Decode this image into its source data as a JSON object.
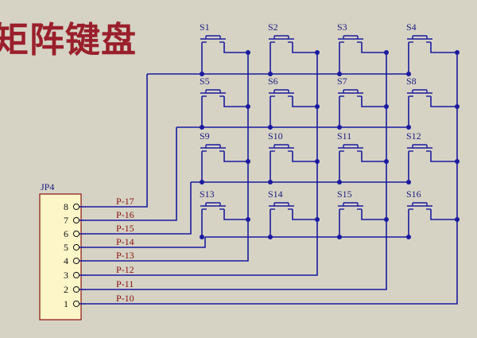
{
  "title": "矩阵键盘",
  "colors": {
    "background": "#d6d3c4",
    "title": "#9a1f2c",
    "wire": "#1a1aa0",
    "switch": "#1a1aa0",
    "label": "#1a1a80",
    "net_label": "#8a1010",
    "connector_fill": "#fdf6c8",
    "connector_stroke": "#8a1010"
  },
  "switches": {
    "row1": [
      "S1",
      "S2",
      "S3",
      "S4"
    ],
    "row2": [
      "S5",
      "S6",
      "S7",
      "S8"
    ],
    "row3": [
      "S9",
      "S10",
      "S11",
      "S12"
    ],
    "row4": [
      "S13",
      "S14",
      "S15",
      "S16"
    ]
  },
  "connector": {
    "ref": "JP4",
    "pins": [
      "8",
      "7",
      "6",
      "5",
      "4",
      "3",
      "2",
      "1"
    ],
    "nets": [
      "P-17",
      "P-16",
      "P-15",
      "P-14",
      "P-13",
      "P-12",
      "P-11",
      "P-10"
    ]
  }
}
